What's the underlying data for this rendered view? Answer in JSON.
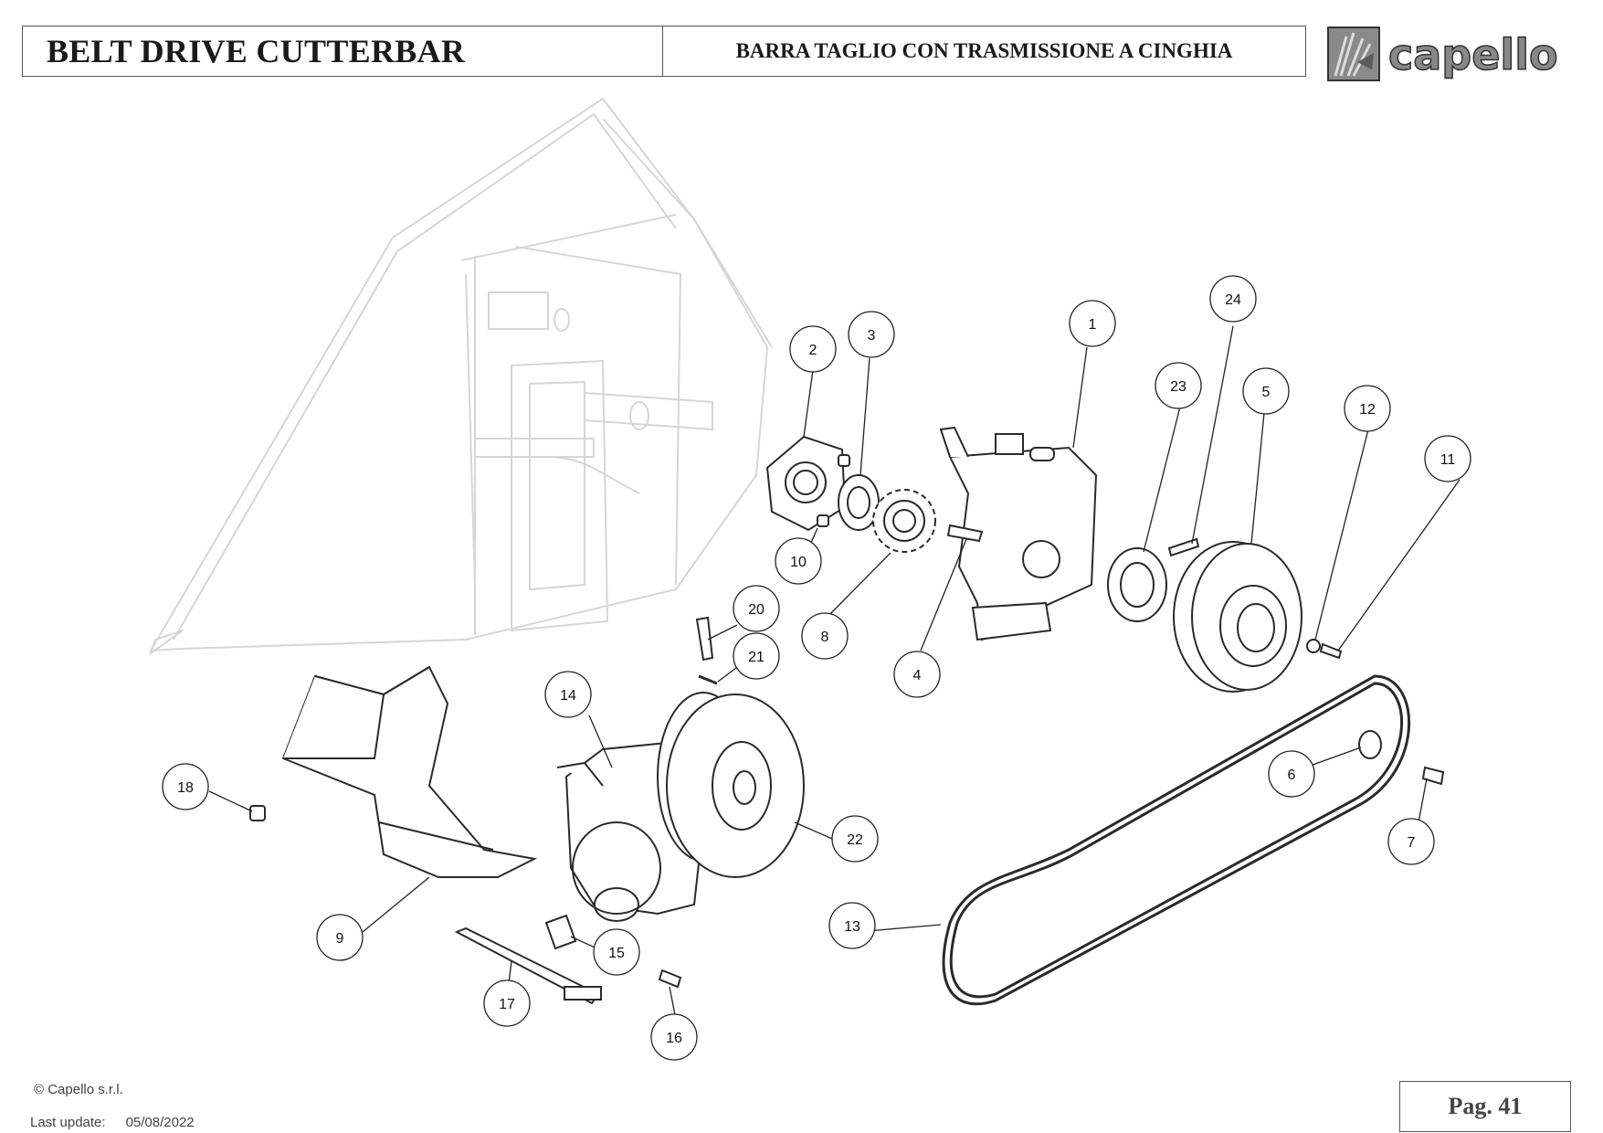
{
  "header": {
    "title_en": "BELT DRIVE CUTTERBAR",
    "title_it": "BARRA TAGLIO CON TRASMISSIONE A CINGHIA",
    "logo_text": "capello"
  },
  "footer": {
    "copyright": "© Capello s.r.l.",
    "last_update_label": "Last update:",
    "last_update_date": "05/08/2022",
    "page_label": "Pag. 41"
  },
  "colors": {
    "ghost_lines": "#d6d6d6",
    "part_lines": "#2a2a2a",
    "callout_border": "#222222",
    "frame": "#555555"
  },
  "callouts": [
    "1",
    "2",
    "3",
    "4",
    "5",
    "6",
    "7",
    "8",
    "9",
    "10",
    "11",
    "12",
    "13",
    "14",
    "15",
    "16",
    "17",
    "18",
    "20",
    "21",
    "22",
    "23",
    "24"
  ]
}
